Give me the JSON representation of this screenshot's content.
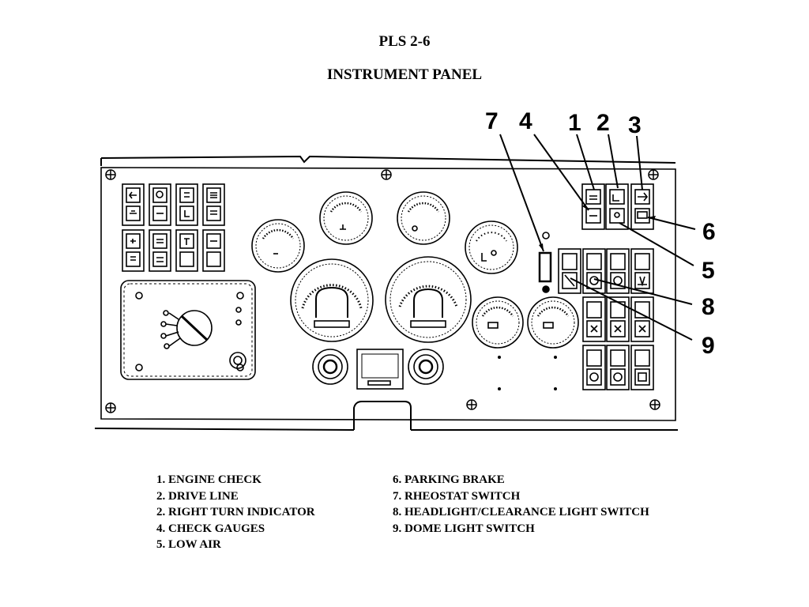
{
  "title": "PLS 2-6",
  "subtitle": "INSTRUMENT PANEL",
  "callouts": [
    "7",
    "4",
    "1",
    "2",
    "3",
    "6",
    "5",
    "8",
    "9"
  ],
  "legend": {
    "left": [
      "1.  ENGINE CHECK",
      "2.  DRIVE LINE",
      "2.  RIGHT TURN INDICATOR",
      "4.  CHECK GAUGES",
      "5.  LOW AIR"
    ],
    "right": [
      "6.  PARKING BRAKE",
      "7.  RHEOSTAT SWITCH",
      "8.  HEADLIGHT/CLEARANCE LIGHT SWITCH",
      "9.  DOME LIGHT SWITCH"
    ]
  }
}
